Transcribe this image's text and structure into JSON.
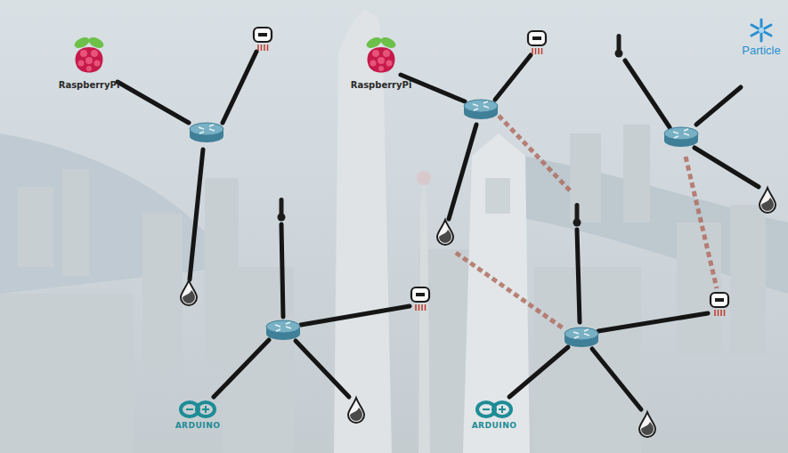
{
  "diagram": {
    "labels": [
      "RaspberryPi",
      "RaspberryPi",
      "Particle",
      "ARDUINO",
      "ARDUINO"
    ]
  }
}
